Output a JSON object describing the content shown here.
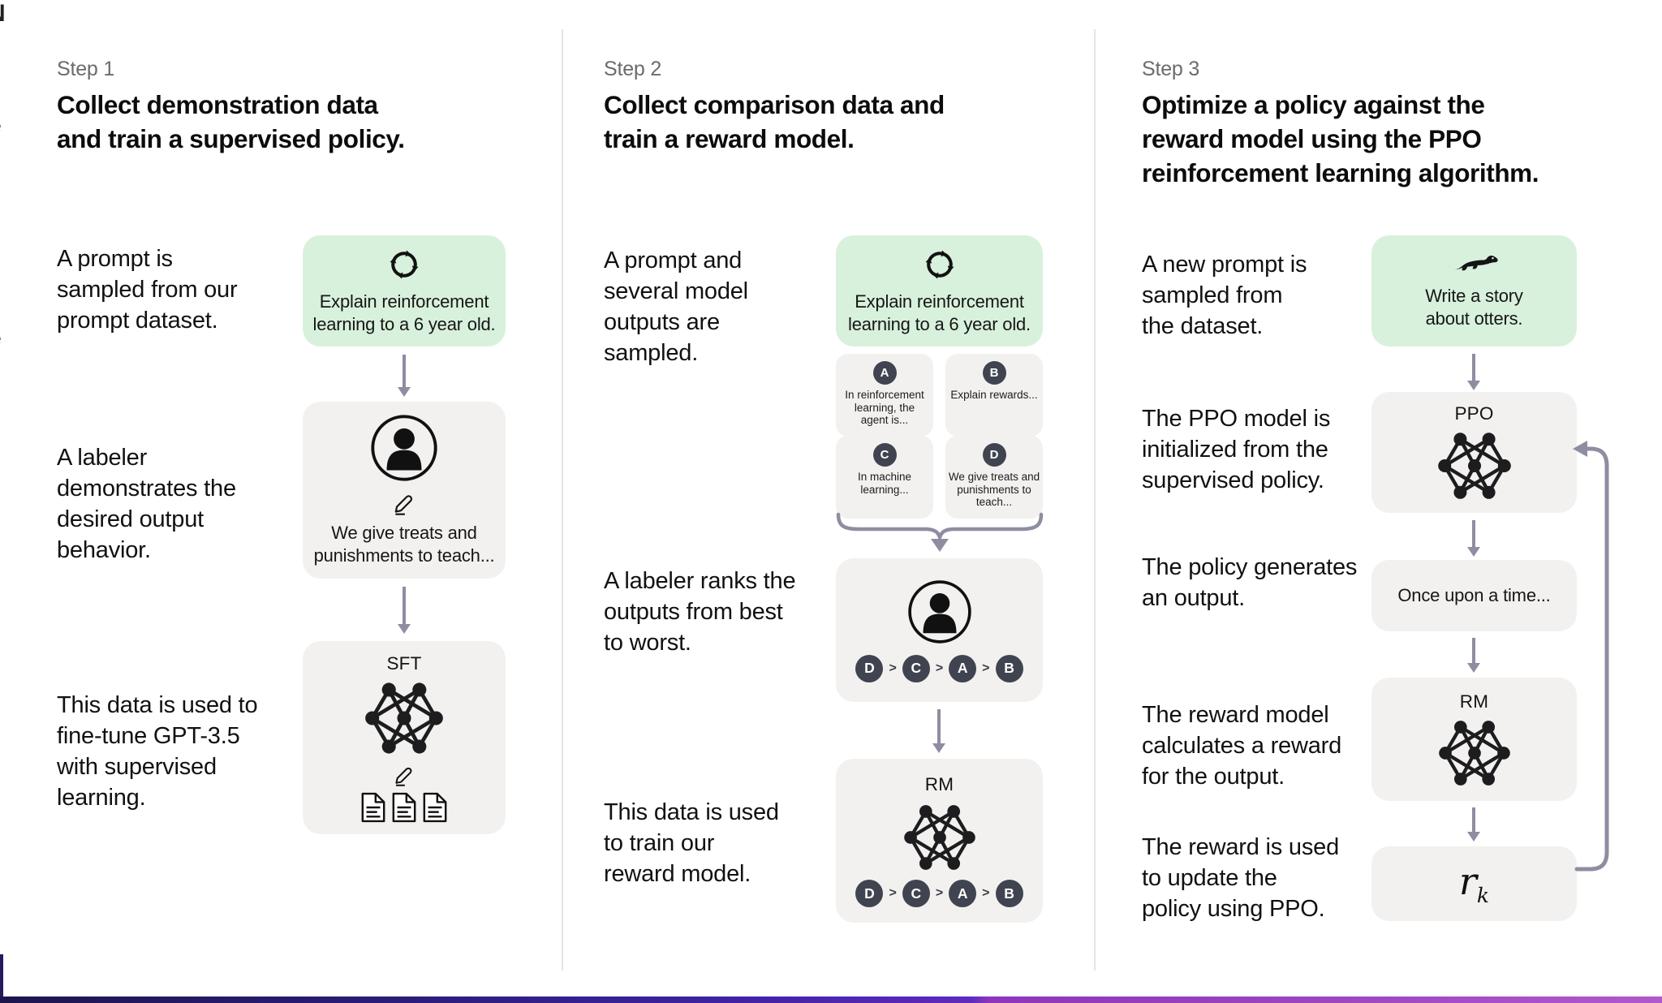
{
  "colors": {
    "prompt_box_bg": "#d8f1dc",
    "model_box_bg": "#f3f1ef",
    "badge_bg": "#3f4450",
    "arrow": "#8e8da1",
    "divider": "#e5e4e1",
    "step_label": "#6b6b6b",
    "text": "#0e0e0e",
    "gradient_left": "#1c164e",
    "gradient_mid": "#5f2ac1",
    "gradient_right": "#b058ce"
  },
  "edge_fragments": [
    "N",
    "e",
    "t",
    "e",
    "r"
  ],
  "steps": [
    {
      "label": "Step 1",
      "title": "Collect demonstration data\nand train a supervised policy.",
      "paragraphs": [
        "A prompt is\nsampled from our\nprompt dataset.",
        "A labeler\ndemonstrates the\ndesired output\nbehavior.",
        "This data is used to\nfine-tune GPT-3.5\nwith supervised\nlearning."
      ],
      "prompt_box": {
        "icon": "cycle-icon",
        "text": "Explain reinforcement\nlearning to a 6 year old."
      },
      "labeler_box": {
        "icon": "person-icon",
        "text": "We give treats and\npunishments to teach..."
      },
      "model_box": {
        "label": "SFT",
        "icon": "neural-network-icon"
      }
    },
    {
      "label": "Step 2",
      "title": "Collect comparison data and\ntrain a reward model.",
      "paragraphs": [
        "A prompt and\nseveral model\noutputs are\nsampled.",
        "A labeler ranks the\noutputs from best\nto worst.",
        "This data is used\nto train our\nreward model."
      ],
      "prompt_box": {
        "icon": "cycle-icon",
        "text": "Explain reinforcement\nlearning to a 6 year old."
      },
      "outputs": [
        {
          "letter": "A",
          "text": "In reinforcement\nlearning, the\nagent is..."
        },
        {
          "letter": "B",
          "text": "Explain rewards..."
        },
        {
          "letter": "C",
          "text": "In machine\nlearning..."
        },
        {
          "letter": "D",
          "text": "We give treats and\npunishments to\nteach..."
        }
      ],
      "ranking": {
        "order": [
          "D",
          "C",
          "A",
          "B"
        ],
        "separator": ">"
      },
      "model_box": {
        "label": "RM",
        "icon": "neural-network-icon"
      }
    },
    {
      "label": "Step 3",
      "title": "Optimize a policy against the\nreward model using the PPO\nreinforcement learning algorithm.",
      "paragraphs": [
        "A new prompt is\nsampled from\nthe dataset.",
        "The PPO model is\ninitialized from the\nsupervised policy.",
        "The policy generates\nan output.",
        "The reward model\ncalculates a reward\nfor the output.",
        "The reward is used\nto update the\npolicy using PPO."
      ],
      "prompt_box": {
        "icon": "otter-icon",
        "text": "Write a story\nabout otters."
      },
      "ppo_box": {
        "label": "PPO",
        "icon": "neural-network-icon"
      },
      "output_box": {
        "text": "Once upon a time..."
      },
      "rm_box": {
        "label": "RM",
        "icon": "neural-network-icon"
      },
      "reward_box": {
        "symbol": "r",
        "subscript": "k"
      }
    }
  ]
}
